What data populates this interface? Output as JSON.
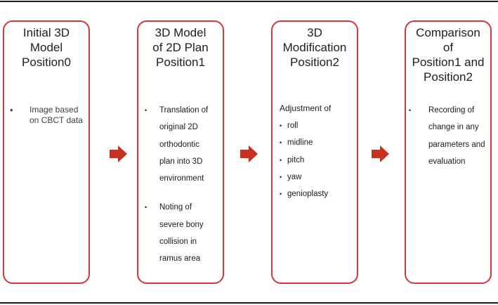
{
  "colors": {
    "box_border": "#d5373a",
    "arrow": "#c8301f",
    "rule": "#1c1c1c"
  },
  "icons": {
    "arrow": "right-arrow-icon",
    "bullet": "bullet"
  },
  "boxes": [
    {
      "title_lines": [
        "Initial 3D",
        "Model",
        "Position0"
      ],
      "intro": "",
      "bullets": [
        {
          "lines": [
            "Image based",
            "on CBCT data"
          ]
        }
      ]
    },
    {
      "title_lines": [
        "3D Model",
        "of 2D Plan",
        "Position1"
      ],
      "intro": "",
      "bullets": [
        {
          "lines": [
            "Translation of",
            "original 2D",
            "orthodontic",
            "plan into 3D",
            "environment"
          ]
        },
        {
          "lines": [
            "Noting of",
            "severe bony",
            "collision in",
            "ramus area"
          ]
        }
      ]
    },
    {
      "title_lines": [
        "3D",
        "Modification",
        "Position2"
      ],
      "intro": "Adjustment of",
      "bullets": [
        {
          "lines": [
            "roll"
          ]
        },
        {
          "lines": [
            "midline"
          ]
        },
        {
          "lines": [
            "pitch"
          ]
        },
        {
          "lines": [
            "yaw"
          ]
        },
        {
          "lines": [
            "genioplasty"
          ]
        }
      ]
    },
    {
      "title_lines": [
        "Comparison",
        "of",
        "Position1 and",
        "Position2"
      ],
      "intro": "",
      "bullets": [
        {
          "lines": [
            "Recording of",
            "change in any",
            "parameters and",
            "evaluation"
          ]
        }
      ]
    }
  ]
}
